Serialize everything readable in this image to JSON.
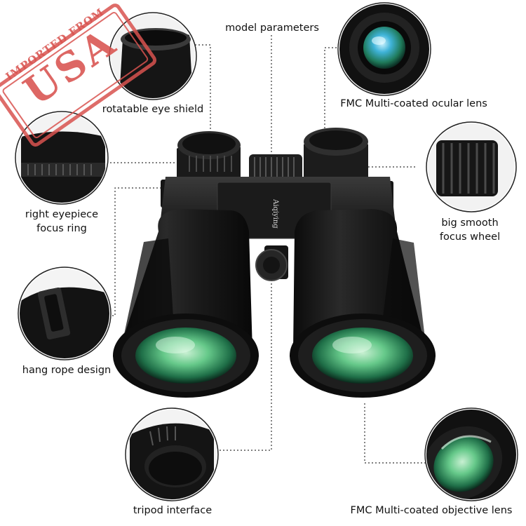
{
  "stamp": {
    "top": "IMPORTED FROM",
    "main": "USA",
    "color": "#d9534f"
  },
  "brand": "Aiqiying",
  "labels": {
    "model_parameters": "model parameters",
    "rotatable_eye_shield": "rotatable eye shield",
    "ocular_lens": "FMC Multi-coated ocular lens",
    "right_eyepiece_line1": "right eyepiece",
    "right_eyepiece_line2": "focus ring",
    "focus_wheel_line1": "big smooth",
    "focus_wheel_line2": "focus wheel",
    "hang_rope": "hang rope design",
    "tripod": "tripod interface",
    "objective_lens": "FMC Multi-coated objective lens"
  },
  "icons": [
    "binoculars-image",
    "eye-shield-detail",
    "ocular-lens-detail",
    "eyepiece-ring-detail",
    "focus-wheel-detail",
    "hang-rope-detail",
    "tripod-detail",
    "objective-lens-detail"
  ]
}
